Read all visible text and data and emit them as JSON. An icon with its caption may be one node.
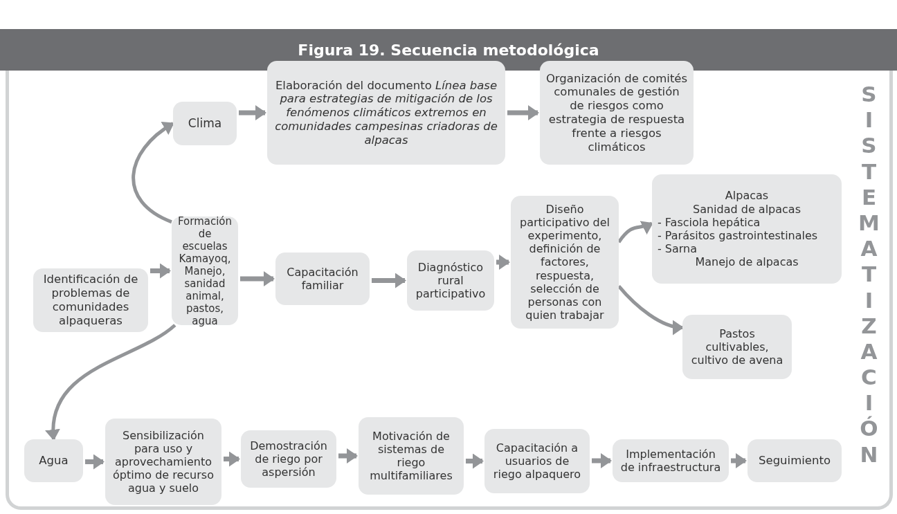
{
  "diagram": {
    "title": "Figura 19. Secuencia metodológica",
    "nodes": [
      {
        "text": [
          "Clima"
        ]
      },
      {
        "text": [
          "Elaboración del documento *Línea base para estrategias de mitigación de los fenómenos climáticos extremos en comunidades campesinas criadoras de alpacas*"
        ]
      },
      {
        "text": [
          "Organización de comités comunales de gestión de riesgos como estrategia de respuesta frente a riesgos climáticos"
        ]
      },
      {
        "text": [
          "Identificación de problemas de comunidades alpaqueras"
        ]
      },
      {
        "text": [
          "Formación de escuelas Kamayoq, Manejo, sanidad animal, pastos, agua"
        ]
      },
      {
        "text": [
          "Capacitación familiar"
        ]
      },
      {
        "text": [
          "Diagnóstico rural participativo"
        ]
      },
      {
        "text": [
          "Diseño participativo del experimento, definición de factores, respuesta, selección de personas con quien trabajar"
        ]
      },
      {
        "text": [
          "Alpacas",
          "Sanidad de alpacas",
          "- Fasciola hepática",
          "- Parásitos gastrointestinales",
          "- Sarna",
          "Manejo de alpacas"
        ]
      },
      {
        "text": [
          "Pastos cultivables, cultivo de avena"
        ]
      },
      {
        "text": [
          "Agua"
        ]
      },
      {
        "text": [
          "Sensibilización para uso y aprovechamiento óptimo de recurso agua y suelo"
        ]
      },
      {
        "text": [
          "Demostración de riego por aspersión"
        ]
      },
      {
        "text": [
          "Motivación de sistemas de riego multifamiliares"
        ]
      },
      {
        "text": [
          "Capacitación a usuarios de riego alpaquero"
        ]
      },
      {
        "text": [
          "Implementación de infraestructura"
        ]
      },
      {
        "text": [
          "Seguimiento"
        ]
      }
    ],
    "edges": [
      {
        "from": 4,
        "to": 0,
        "arrow": "to"
      },
      {
        "from": 0,
        "to": 1,
        "arrow": "to"
      },
      {
        "from": 1,
        "to": 2,
        "arrow": "to"
      },
      {
        "from": 3,
        "to": 4,
        "arrow": "to"
      },
      {
        "from": 4,
        "to": 5,
        "arrow": "to"
      },
      {
        "from": 5,
        "to": 6,
        "arrow": "to"
      },
      {
        "from": 6,
        "to": 7,
        "arrow": "to"
      },
      {
        "from": 7,
        "to": 8,
        "arrow": "to"
      },
      {
        "from": 7,
        "to": 9,
        "arrow": "to"
      },
      {
        "from": 4,
        "to": 10,
        "arrow": "to"
      },
      {
        "from": 10,
        "to": 11,
        "arrow": "to"
      },
      {
        "from": 11,
        "to": 12,
        "arrow": "to"
      },
      {
        "from": 12,
        "to": 13,
        "arrow": "to"
      },
      {
        "from": 13,
        "to": 14,
        "arrow": "to"
      },
      {
        "from": 14,
        "to": 15,
        "arrow": "to"
      },
      {
        "from": 15,
        "to": 16,
        "arrow": "to"
      }
    ],
    "labels": [
      "SISTEMATIZACIÓN"
    ]
  }
}
